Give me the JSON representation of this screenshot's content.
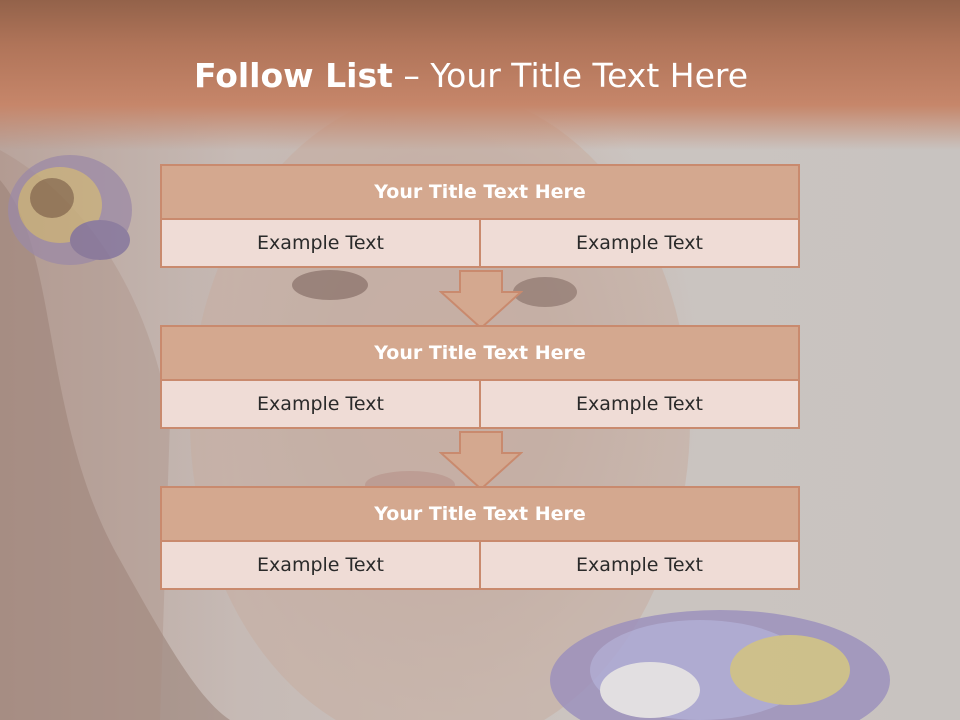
{
  "slide": {
    "title_bold": "Follow List",
    "title_rest": " – Your Title Text Here",
    "blocks": [
      {
        "title": "Your Title Text Here",
        "left": "Example Text",
        "right": "Example Text"
      },
      {
        "title": "Your Title Text Here",
        "left": "Example Text",
        "right": "Example Text"
      },
      {
        "title": "Your Title Text Here",
        "left": "Example Text",
        "right": "Example Text"
      }
    ]
  },
  "colors": {
    "title_band": "#b07459",
    "block_header": "#d4a88f",
    "block_cell": "#efdcd6",
    "block_border": "#c98a6e",
    "arrow_fill": "#d4a88f"
  }
}
